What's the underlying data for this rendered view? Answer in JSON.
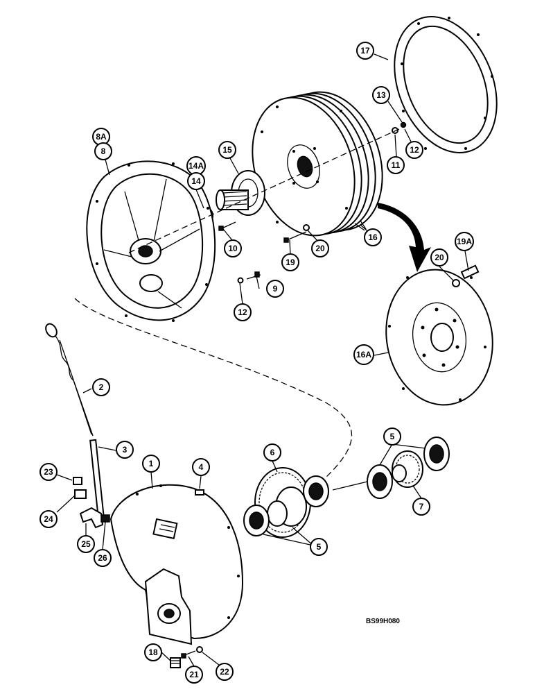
{
  "callouts": [
    {
      "id": "c17",
      "label": "17"
    },
    {
      "id": "c13",
      "label": "13"
    },
    {
      "id": "c12a",
      "label": "12"
    },
    {
      "id": "c11",
      "label": "11"
    },
    {
      "id": "c8a",
      "label": "8A"
    },
    {
      "id": "c8",
      "label": "8"
    },
    {
      "id": "c15",
      "label": "15"
    },
    {
      "id": "c14a",
      "label": "14A"
    },
    {
      "id": "c14",
      "label": "14"
    },
    {
      "id": "c10",
      "label": "10"
    },
    {
      "id": "c20a",
      "label": "20"
    },
    {
      "id": "c16",
      "label": "16"
    },
    {
      "id": "c19",
      "label": "19"
    },
    {
      "id": "c19a",
      "label": "19A"
    },
    {
      "id": "c20b",
      "label": "20"
    },
    {
      "id": "c9",
      "label": "9"
    },
    {
      "id": "c12b",
      "label": "12"
    },
    {
      "id": "c16a",
      "label": "16A"
    },
    {
      "id": "c2",
      "label": "2"
    },
    {
      "id": "c3",
      "label": "3"
    },
    {
      "id": "c1",
      "label": "1"
    },
    {
      "id": "c4",
      "label": "4"
    },
    {
      "id": "c6",
      "label": "6"
    },
    {
      "id": "c5a",
      "label": "5"
    },
    {
      "id": "c7",
      "label": "7"
    },
    {
      "id": "c23",
      "label": "23"
    },
    {
      "id": "c24",
      "label": "24"
    },
    {
      "id": "c25",
      "label": "25"
    },
    {
      "id": "c26",
      "label": "26"
    },
    {
      "id": "c5b",
      "label": "5"
    },
    {
      "id": "c18",
      "label": "18"
    },
    {
      "id": "c21",
      "label": "21"
    },
    {
      "id": "c22",
      "label": "22"
    }
  ],
  "figure_code": "BS99H080"
}
